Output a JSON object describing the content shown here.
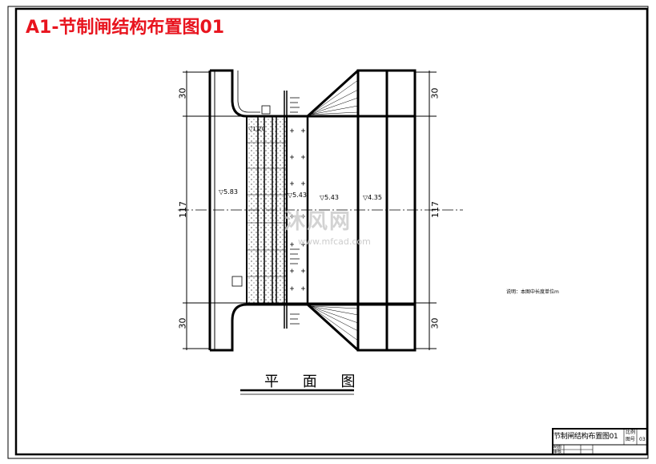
{
  "title": "A1-节制闸结构布置图01",
  "drawing": {
    "plan_label": "平 面 图",
    "note": "说明：本图中长度单位m",
    "elevations": [
      "▽5.83",
      "▽1.20",
      "▽5.43",
      "▽5.43",
      "▽4.35"
    ],
    "dimensions_left": [
      "30",
      "117",
      "30"
    ],
    "dimensions_right": [
      "30",
      "117",
      "30"
    ]
  },
  "title_block": {
    "name": "节制闸结构布置图01",
    "scale_label": "比例",
    "drawing_no_label": "图号",
    "drawing_no": "03",
    "designed_label": "制图",
    "checked_label": "审核"
  },
  "watermark": {
    "text": "沐风网",
    "url": "www.mfcad.com"
  },
  "colors": {
    "title": "#e8141e",
    "lines": "#000000"
  }
}
